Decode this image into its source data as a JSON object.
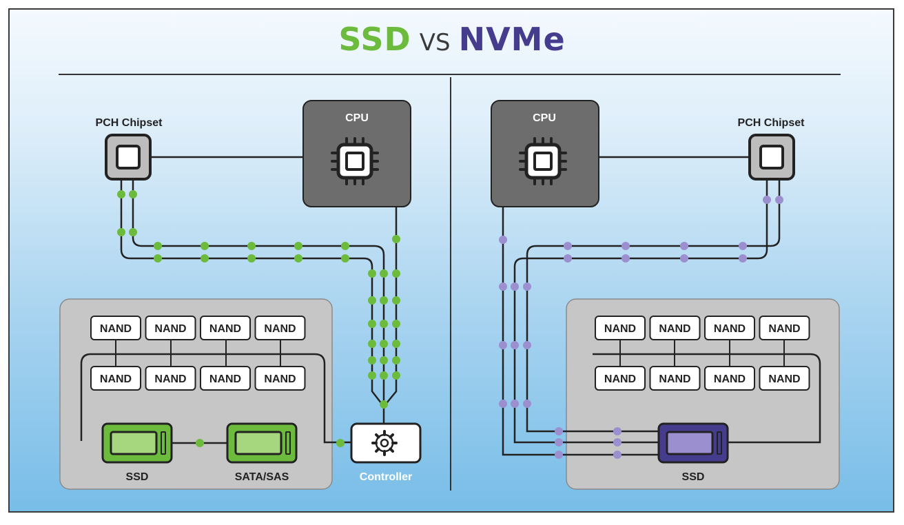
{
  "title": {
    "left": "SSD",
    "middle": "VS",
    "right": "NVMe"
  },
  "colors": {
    "ssd_green": "#6cbb3c",
    "nvme_purple": "#463c8e",
    "nvme_dot": "#9c8fd0",
    "cpu_box": "#6d6d6d",
    "panel_gray": "#c6c6c6",
    "controller_label": "#ffffff"
  },
  "left_panel": {
    "pch_label": "PCH Chipset",
    "cpu_label": "CPU",
    "nand_label": "NAND",
    "nand_rows": 2,
    "nand_cols": 4,
    "ssd_label": "SSD",
    "sata_label": "SATA/SAS",
    "controller_label": "Controller",
    "controller_icon": "gear-icon"
  },
  "right_panel": {
    "pch_label": "PCH Chipset",
    "cpu_label": "CPU",
    "nand_label": "NAND",
    "nand_rows": 2,
    "nand_cols": 4,
    "ssd_label": "SSD"
  }
}
